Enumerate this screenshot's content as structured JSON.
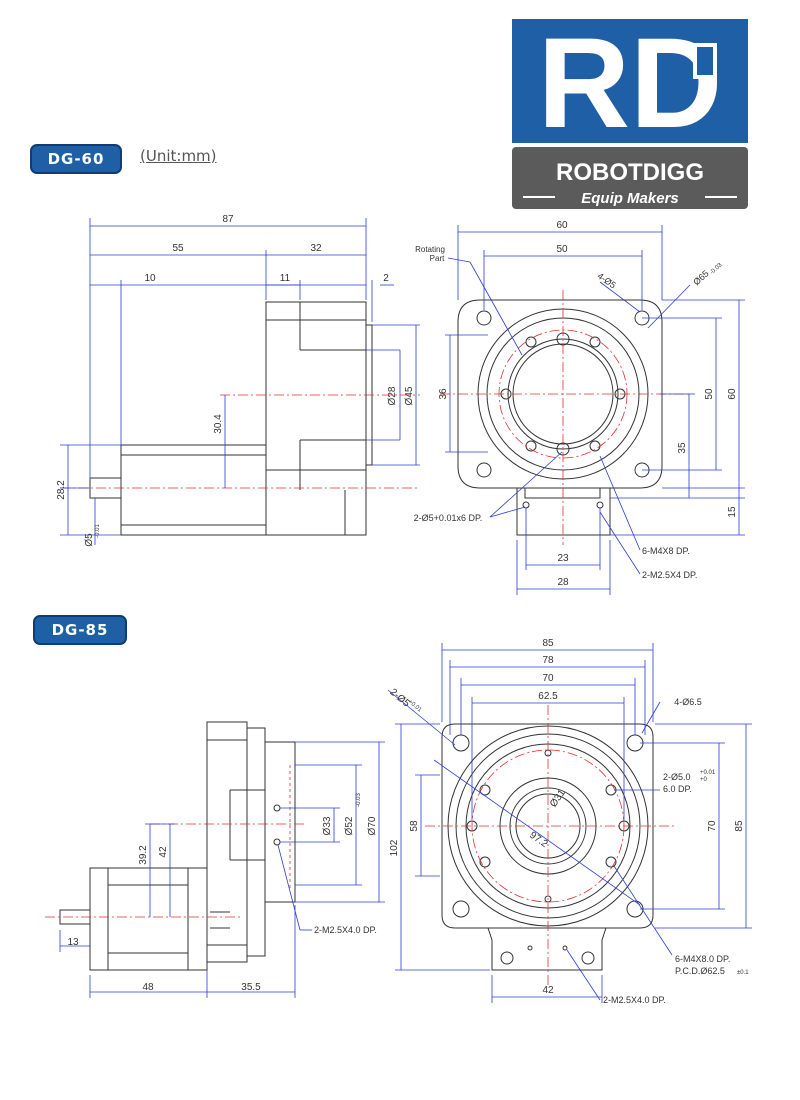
{
  "brand": {
    "logo_letters": "RD",
    "name": "ROBOTDIGG",
    "tagline": "Equip Makers",
    "blue": "#1f5fa6",
    "gray": "#5b5b5b"
  },
  "dg60": {
    "badge": "DG-60",
    "unit": "(Unit:mm)",
    "side": {
      "total_len": "87",
      "len_55": "55",
      "len_32": "32",
      "len_10": "10",
      "len_11": "11",
      "len_2": "2",
      "dia_28": "Ø28",
      "dia_45": "Ø45",
      "h_30_4": "30.4",
      "h_28_2": "28.2",
      "shaft_dia": "Ø5",
      "shaft_tol": "-0.01"
    },
    "front": {
      "w_60": "60",
      "w_50": "50",
      "rotating_part_l1": "Rotating",
      "rotating_part_l2": "Part",
      "holes_4": "4-Ø5",
      "dia_65": "Ø65",
      "dia_65_tol": "-0.03",
      "h_36": "36",
      "h_50": "50",
      "h_60": "60",
      "h_35": "35",
      "h_15": "15",
      "pin_holes": "2-Ø5+0.01x6 DP.",
      "m4_holes": "6-M4X8 DP.",
      "m25_holes": "2-M2.5X4 DP.",
      "w_23": "23",
      "w_28": "28"
    }
  },
  "dg85": {
    "badge": "DG-85",
    "side": {
      "dia_33": "Ø33",
      "dia_52": "Ø52",
      "dia_52_tol": "-0.03",
      "dia_70": "Ø70",
      "h_39_2": "39.2",
      "h_42": "42",
      "len_13": "13",
      "len_48": "48",
      "len_35_5": "35.5",
      "m25_holes": "2-M2.5X4.0 DP."
    },
    "front": {
      "w_85": "85",
      "w_78": "78",
      "w_70": "70",
      "w_62_5": "62.5",
      "pin_label": "2-Ø5",
      "pin_tol": "+0.01",
      "holes_4": "4-Ø6.5",
      "dia_31": "Ø31",
      "diag_97_2": "97.2",
      "h_58": "58",
      "h_102": "102",
      "h_70": "70",
      "h_85": "85",
      "pin_right_l1": "2-Ø5.0",
      "pin_right_tol_top": "+0.01",
      "pin_right_tol_bot": "+0",
      "pin_right_l2": "6.0   DP.",
      "m4_l1": "6-M4X8.0 DP.",
      "m4_l2": "P.C.D.Ø62.5",
      "m4_tol": "±0.1",
      "w_42": "42",
      "m25_holes": "2-M2.5X4.0 DP."
    }
  }
}
